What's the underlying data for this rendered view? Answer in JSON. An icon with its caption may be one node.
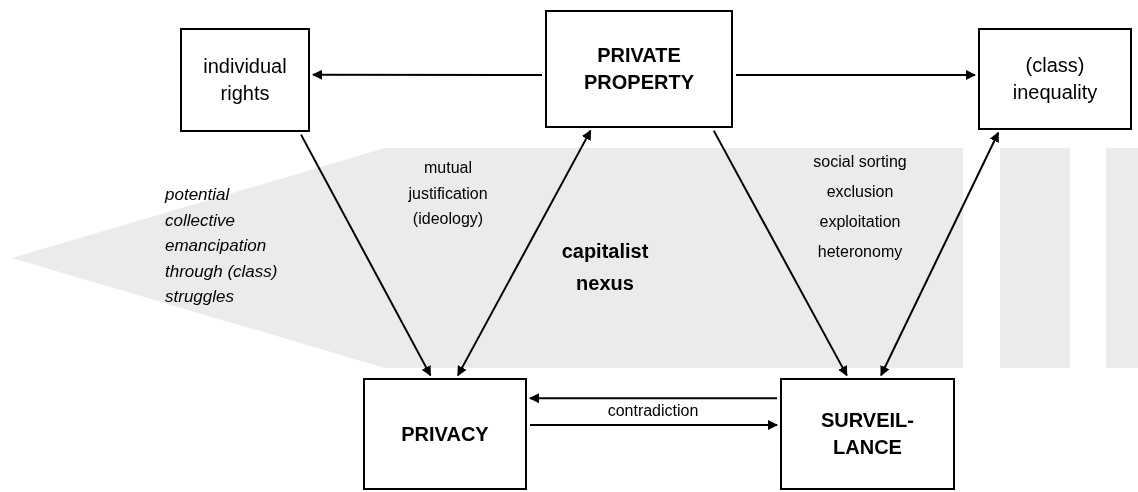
{
  "diagram": {
    "nodes": [
      {
        "text": [
          "individual rights"
        ]
      },
      {
        "text": [
          "PRIVATE PROPERTY"
        ]
      },
      {
        "text": [
          "(class) inequality"
        ]
      },
      {
        "text": [
          "PRIVACY"
        ]
      },
      {
        "text": [
          "SURVEIL- LANCE"
        ]
      }
    ],
    "edges": [
      {
        "from": 1,
        "to": 0,
        "arrow": "to"
      },
      {
        "from": 1,
        "to": 2,
        "arrow": "to"
      },
      {
        "from": 0,
        "to": 3,
        "arrow": "to"
      },
      {
        "from": 1,
        "to": 3,
        "arrow": "both"
      },
      {
        "from": 1,
        "to": 4,
        "arrow": "to"
      },
      {
        "from": 2,
        "to": 4,
        "arrow": "both"
      },
      {
        "from": 4,
        "to": 3,
        "arrow": "to",
        "label": "contradiction"
      },
      {
        "from": 3,
        "to": 4,
        "arrow": "to"
      }
    ],
    "labels": [
      "potential collective emancipation through (class) struggles",
      "mutual justification (ideology)",
      "capitalist nexus",
      "social sorting",
      "exclusion",
      "exploitation",
      "heteronomy"
    ]
  }
}
